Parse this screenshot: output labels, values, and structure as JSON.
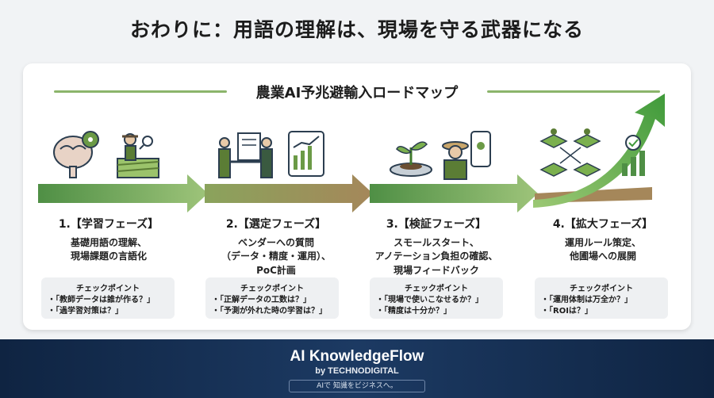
{
  "page_title": "おわりに：用語の理解は、現場を守る武器になる",
  "roadmap_title": "農業AI予兆避輸入ロードマップ",
  "phases": [
    {
      "title": "1.【学習フェーズ】",
      "desc": "基礎用語の理解、\n現場課題の言語化",
      "icons": [
        "brain-gear-icon",
        "farmer-magnifier-icon"
      ],
      "check_head": "チェックポイント",
      "checks": [
        "・「教師データは誰が作る？」",
        "・「過学習対策は？」"
      ]
    },
    {
      "title": "2.【選定フェーズ】",
      "desc": "ベンダーへの質問\n（データ・精度・運用）、\nPoC計画",
      "icons": [
        "handshake-contract-icon",
        "tablet-chart-icon"
      ],
      "check_head": "チェックポイント",
      "checks": [
        "・「正解データの工数は？」",
        "・「予測が外れた時の学習は？」"
      ]
    },
    {
      "title": "3.【検証フェーズ】",
      "desc": "スモールスタート、\nアノテーション負担の確認、\n現場フィードバック",
      "icons": [
        "sprout-icon",
        "farmer-phone-icon"
      ],
      "check_head": "チェックポイント",
      "checks": [
        "・「現場で使いこなせるか？」",
        "・「精度は十分か？」"
      ]
    },
    {
      "title": "4.【拡大フェーズ】",
      "desc": "運用ルール策定、\n他圃場への展開",
      "icons": [
        "field-network-icon",
        "growth-chart-icon"
      ],
      "check_head": "チェックポイント",
      "checks": [
        "・「運用体制は万全か？」",
        "・「ROIは？」"
      ]
    }
  ],
  "footer": {
    "brand": "AI KnowledgeFlow",
    "byline": "by TECHNODIGITAL",
    "tagline": "AIで 知識をビジネスへ。"
  },
  "colors": {
    "arrow_green": "#5e9e4c",
    "arrow_brown": "#a58a5c",
    "accent_green": "#6cb044",
    "footer_navy": "#132b4d"
  }
}
